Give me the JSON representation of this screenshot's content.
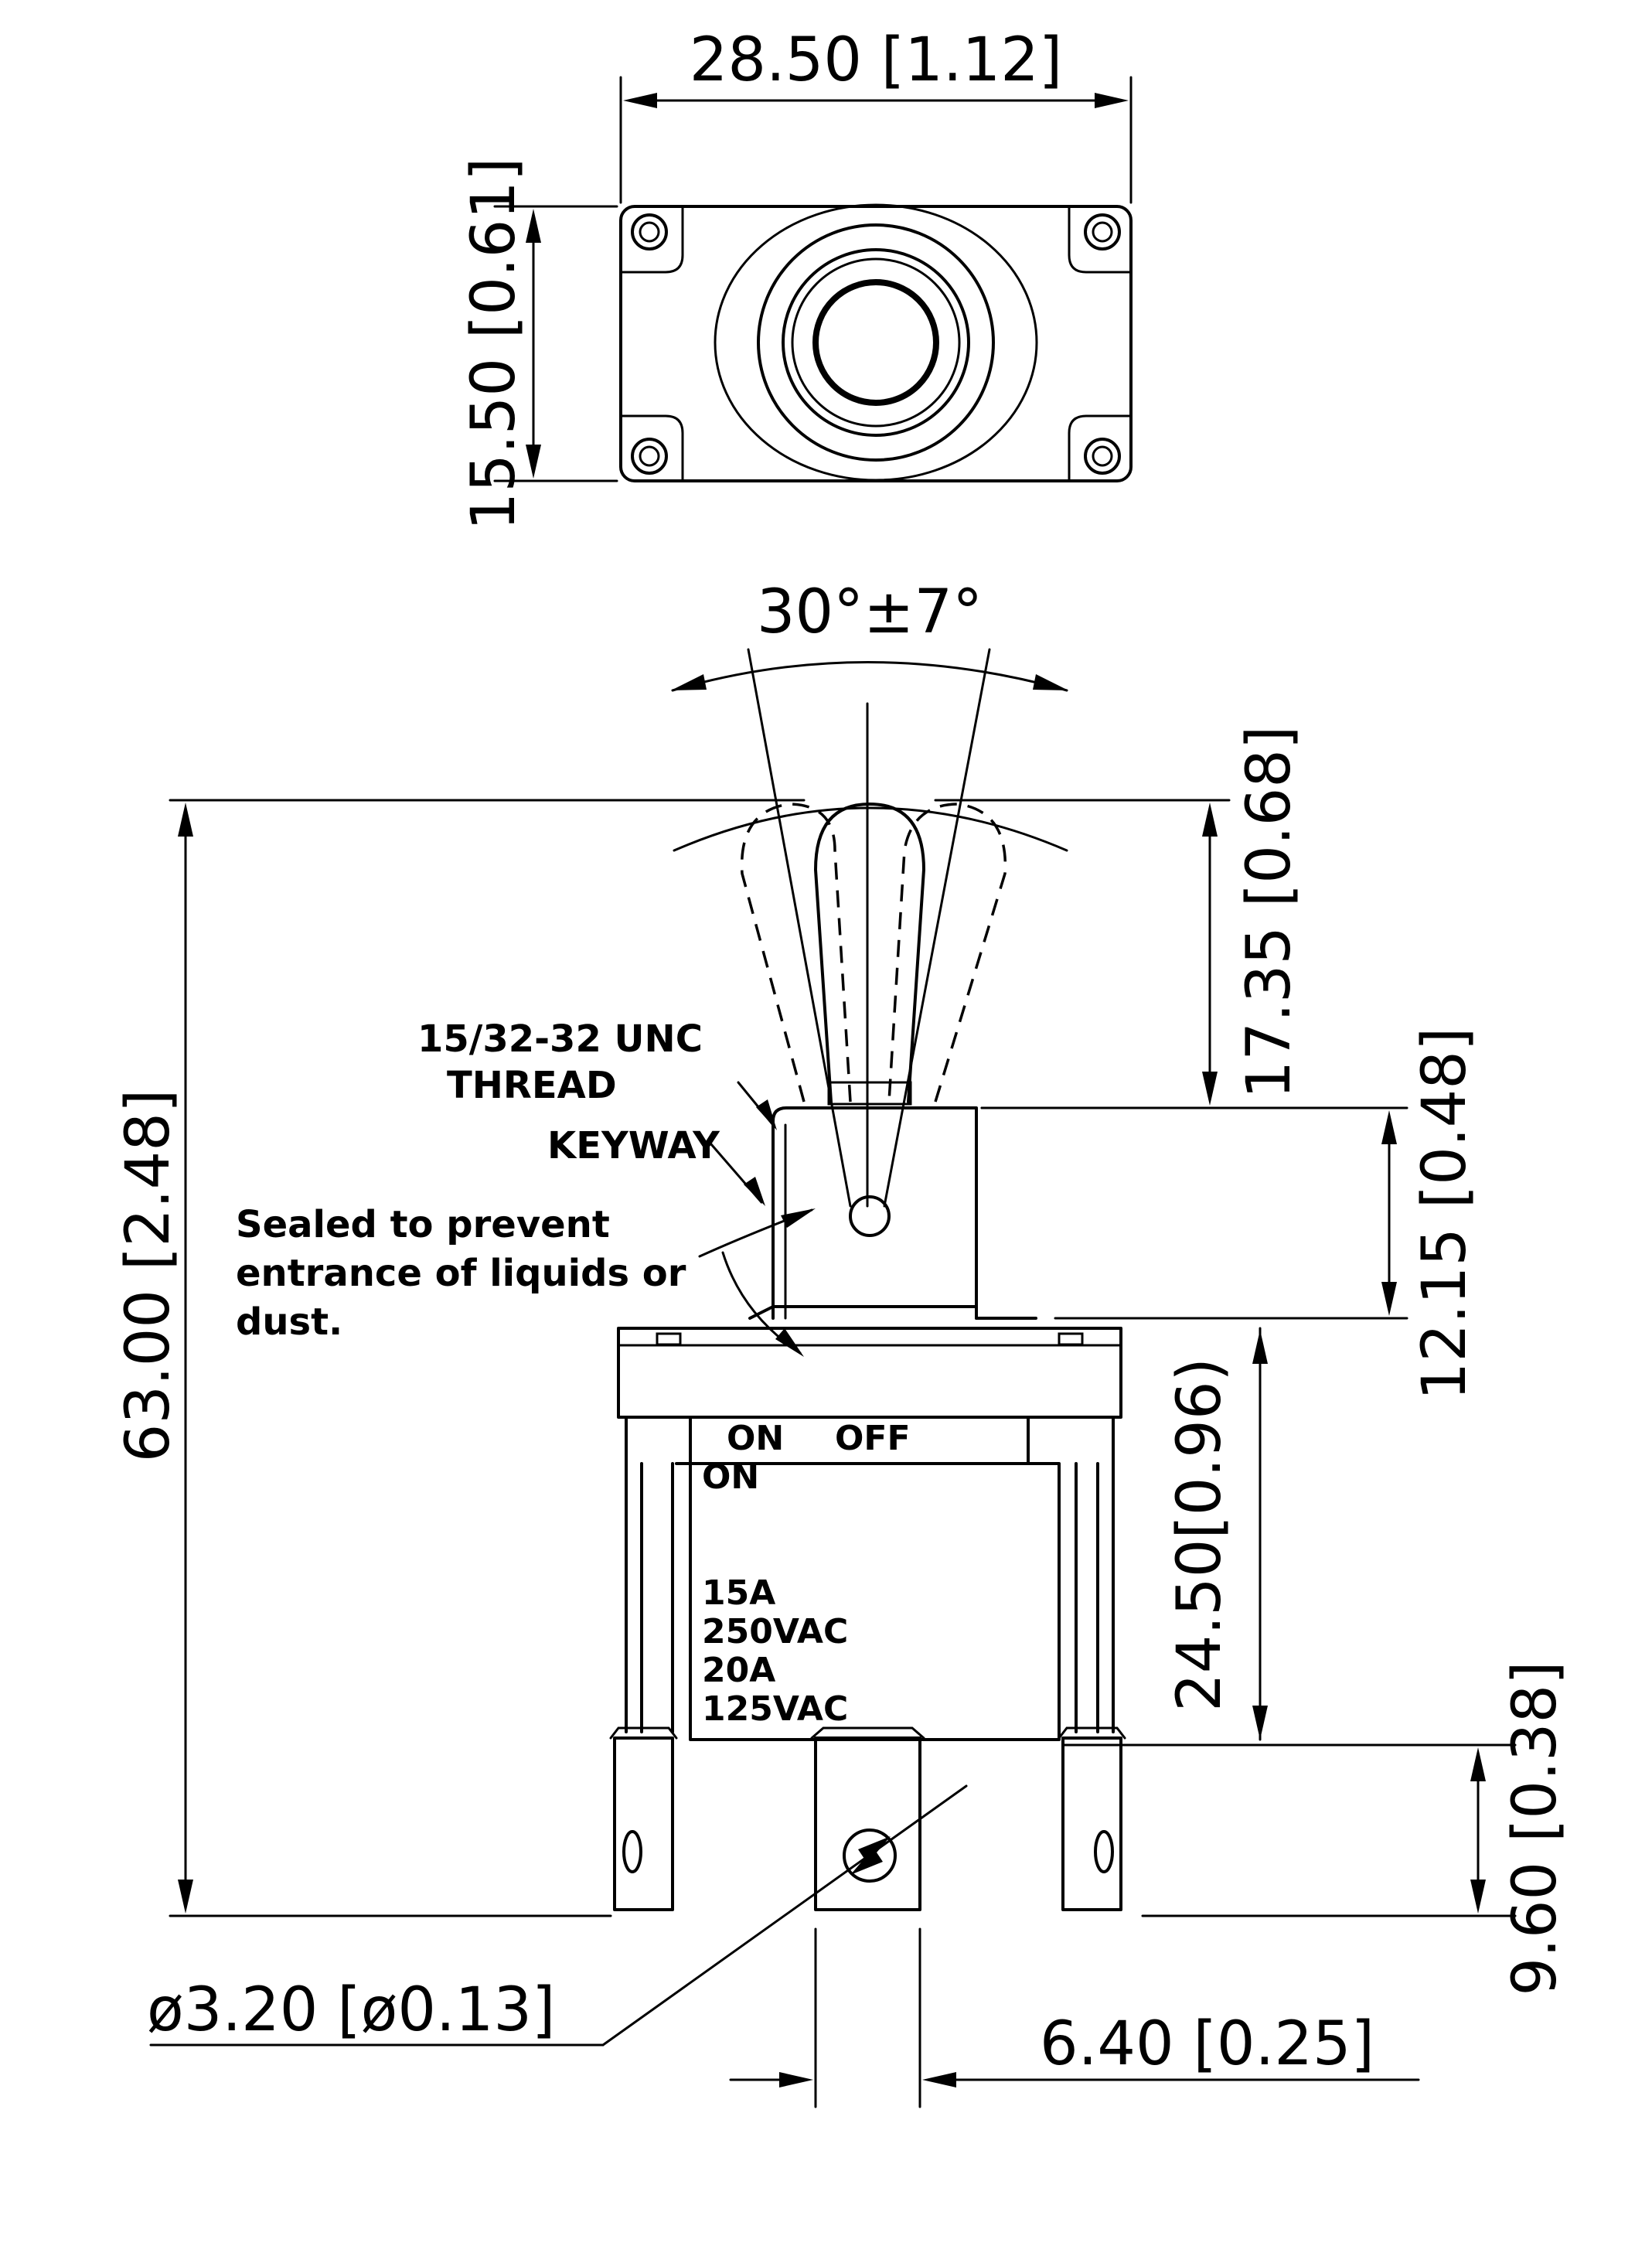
{
  "top_view": {
    "width_dim": "28.50 [1.12]",
    "height_dim": "15.50 [0.61]"
  },
  "side_view": {
    "angle_dim": "30°±7°",
    "overall_height_dim": "63.00 [2.48]",
    "handle_height_dim": "17.35 [0.68]",
    "bushing_height_dim": "12.15 [0.48]",
    "body_height_dim": "24.50[0.96)",
    "terminal_height_dim": "9.60 [0.38]",
    "hole_dia_dim": "ø3.20 [ø0.13]",
    "terminal_width_dim": "6.40 [0.25]"
  },
  "callouts": {
    "thread_line1": "15/32-32 UNC",
    "thread_line2": "THREAD",
    "keyway": "KEYWAY",
    "sealed_line1": "Sealed to prevent",
    "sealed_line2": "entrance of liquids or",
    "sealed_line3": "dust."
  },
  "body_labels": {
    "on_top": "ON",
    "off": "OFF",
    "on_bottom": "ON",
    "rating1": "15A",
    "rating2": "250VAC",
    "rating3": "20A",
    "rating4": "125VAC"
  }
}
